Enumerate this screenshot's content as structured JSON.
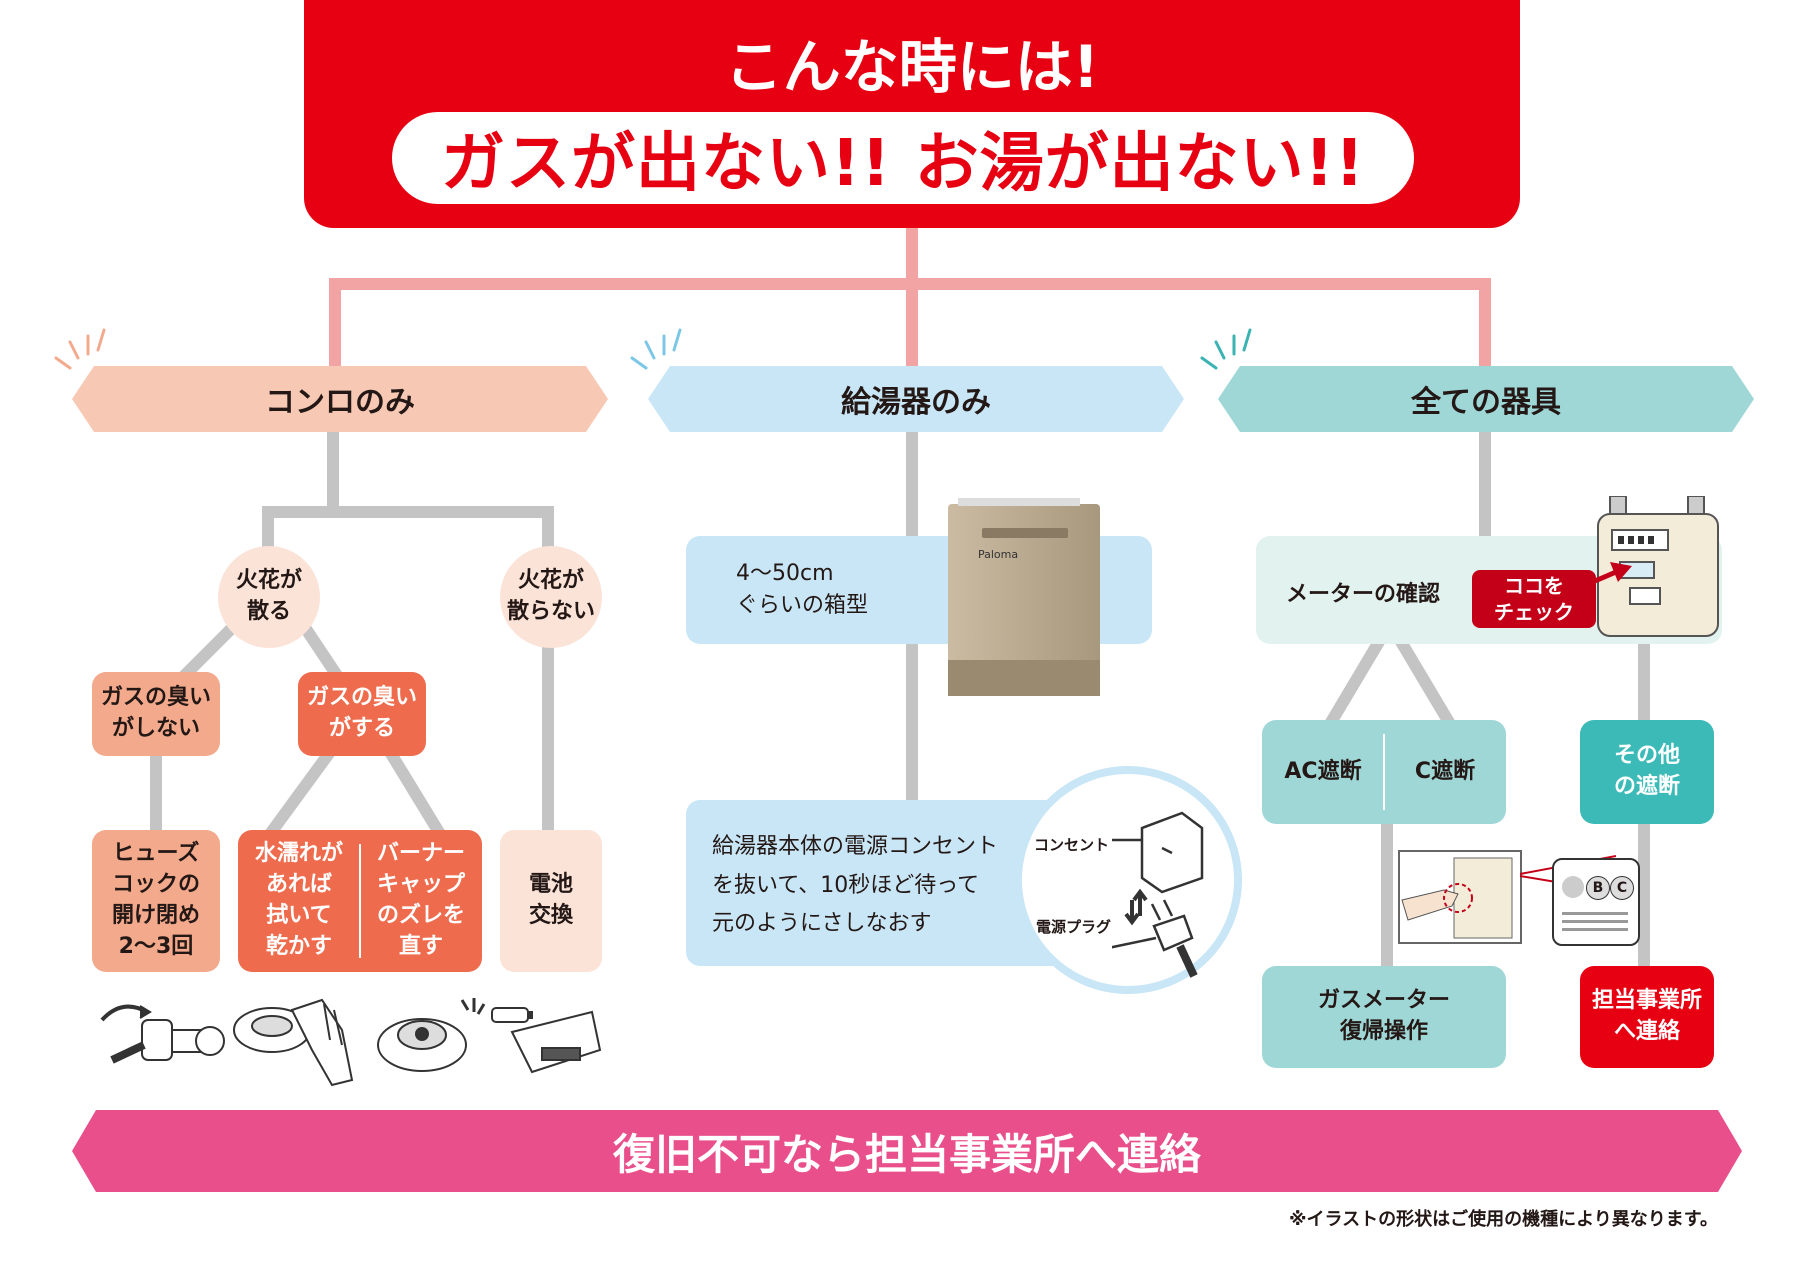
{
  "header": {
    "line1": "こんな時には!",
    "line2": "ガスが出ない!! お湯が出ない!!"
  },
  "categories": [
    {
      "label": "コンロのみ"
    },
    {
      "label": "給湯器のみ"
    },
    {
      "label": "全ての器具"
    }
  ],
  "stove": {
    "spark_yes": "火花が\n散る",
    "spark_no": "火花が\n散らない",
    "no_smell": "ガスの臭い\nがしない",
    "smell": "ガスの臭い\nがする",
    "fuse": "ヒューズ\nコックの\n開け閉め\n2〜3回",
    "wet": "水濡れが\nあれば\n拭いて\n乾かす",
    "burner": "バーナー\nキャップ\nのズレを\n直す",
    "battery": "電池\n交換"
  },
  "heater": {
    "size": "4〜50cm\nぐらいの箱型",
    "brand": "Paloma",
    "reset": "給湯器本体の電源コンセント\nを抜いて、10秒ほど待って\n元のようにさしなおす",
    "outlet_label": "コンセント",
    "plug_label": "電源プラグ"
  },
  "all": {
    "meter_check": "メーターの確認",
    "check_here": "ココを\nチェック",
    "ac_cut": "AC遮断",
    "c_cut": "C遮断",
    "other_cut": "その他\nの遮断",
    "meter_reset": "ガスメーター\n復帰操作",
    "contact_office": "担当事業所\nへ連絡",
    "panel_b": "B",
    "panel_c": "C"
  },
  "footer": {
    "bar": "復旧不可なら担当事業所へ連絡",
    "note": "※イラストの形状はご使用の機種により異なります。"
  },
  "colors": {
    "red": "#e60012",
    "pink_line": "#f2a4a4",
    "gray_line": "#c4c4c4",
    "peach": "#f7c9b4",
    "blue_light": "#c9e6f6",
    "teal": "#9fd6d6",
    "orange": "#ee6c4d",
    "salmon": "#f3a98c",
    "pale_peach": "#fbe3d8",
    "magenta": "#e94f8b"
  }
}
